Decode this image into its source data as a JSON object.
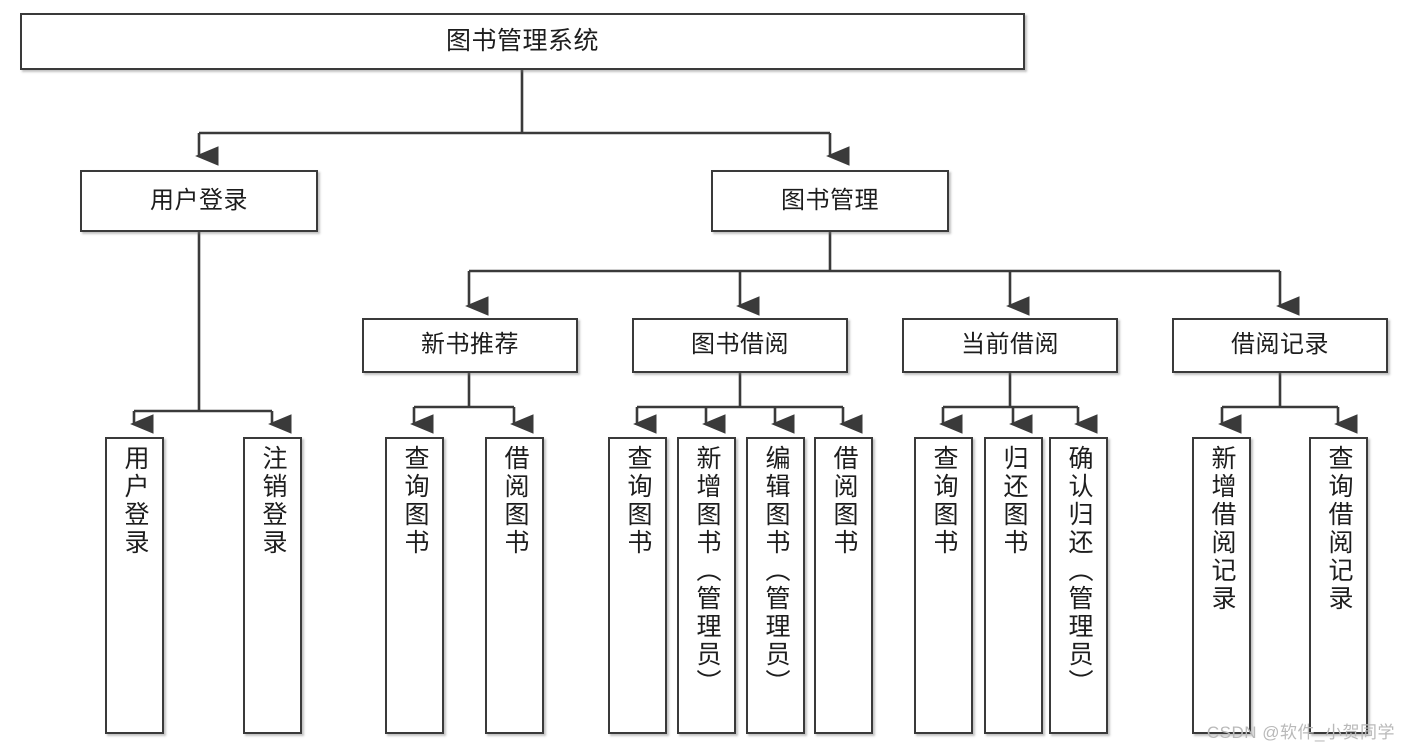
{
  "diagram": {
    "type": "tree-hierarchy",
    "title": "图书管理系统",
    "watermark": "CSDN @软件_小贺同学",
    "colors": {
      "background": "#ffffff",
      "stroke": "#3a3a3a",
      "text": "#1d1d1d",
      "watermark": "#b9b9b9"
    },
    "root": {
      "label": "图书管理系统"
    },
    "level2": [
      {
        "label": "用户登录"
      },
      {
        "label": "图书管理"
      }
    ],
    "level3": [
      {
        "label": "新书推荐"
      },
      {
        "label": "图书借阅"
      },
      {
        "label": "当前借阅"
      },
      {
        "label": "借阅记录"
      }
    ],
    "leaves": {
      "user_login": [
        {
          "label": "用户登录"
        },
        {
          "label": "注销登录"
        }
      ],
      "new_book_recommend": [
        {
          "label": "查询图书"
        },
        {
          "label": "借阅图书"
        }
      ],
      "book_borrow": [
        {
          "label": "查询图书"
        },
        {
          "label": "新增图书（管理员）"
        },
        {
          "label": "编辑图书（管理员）"
        },
        {
          "label": "借阅图书"
        }
      ],
      "current_borrow": [
        {
          "label": "查询图书"
        },
        {
          "label": "归还图书"
        },
        {
          "label": "确认归还（管理员）"
        }
      ],
      "borrow_record": [
        {
          "label": "新增借阅记录"
        },
        {
          "label": "查询借阅记录"
        }
      ]
    }
  }
}
